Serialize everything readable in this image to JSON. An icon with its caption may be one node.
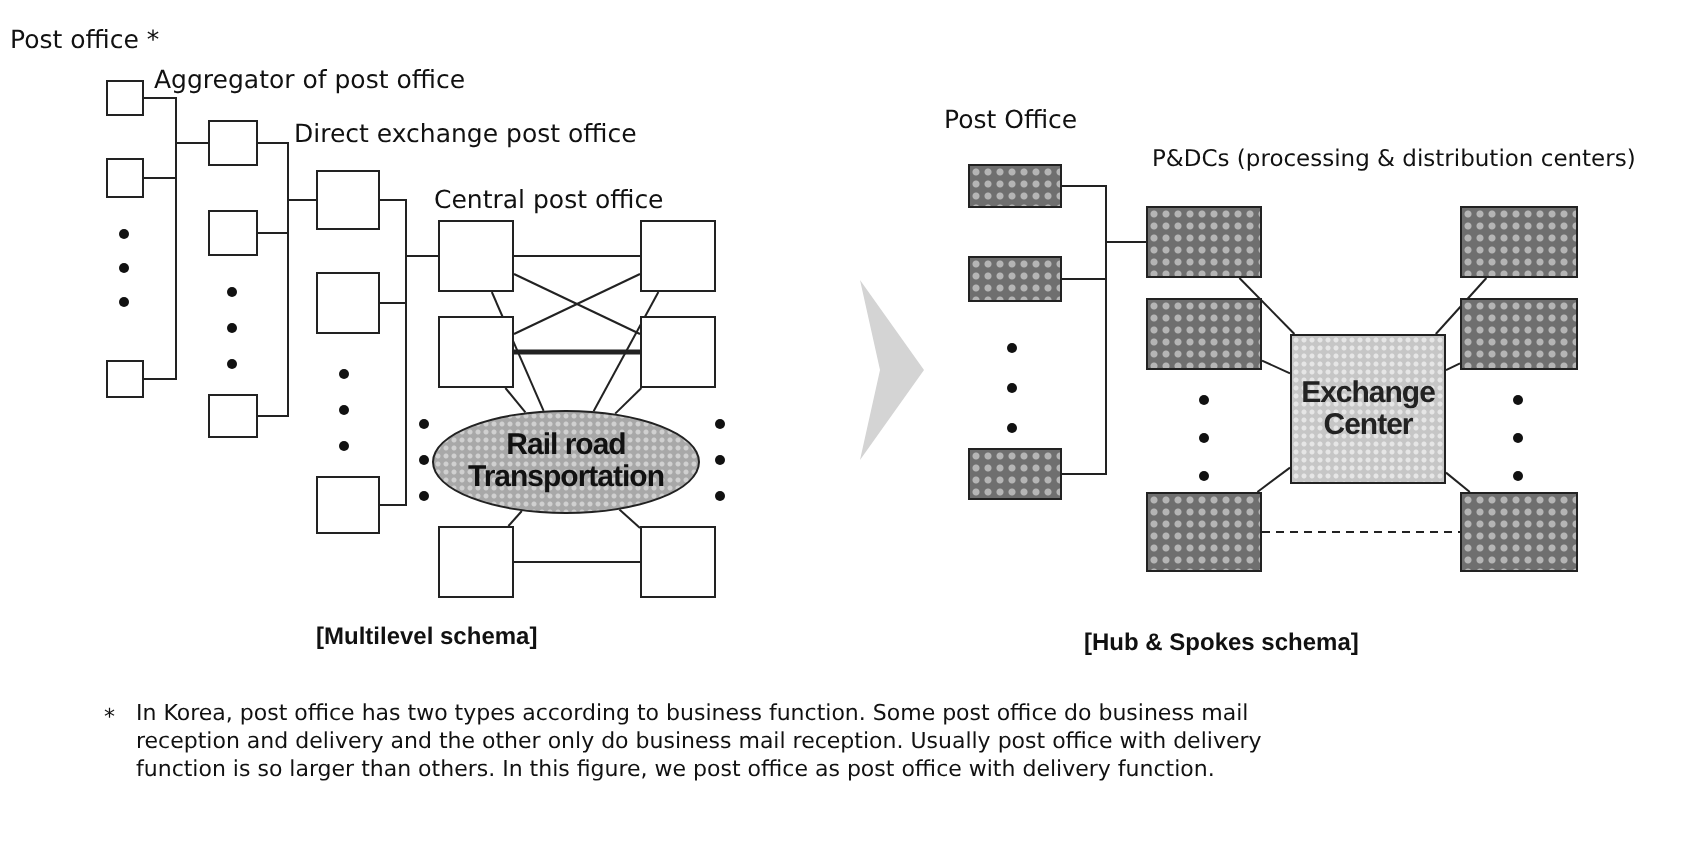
{
  "diagram": {
    "nodes": [
      {
        "text": [],
        "shape": "box"
      },
      {
        "text": [],
        "shape": "box"
      },
      {
        "text": [],
        "shape": "box"
      },
      {
        "text": [],
        "shape": "box"
      },
      {
        "text": [],
        "shape": "box"
      },
      {
        "text": [],
        "shape": "box"
      },
      {
        "text": [],
        "shape": "box"
      },
      {
        "text": [],
        "shape": "box"
      },
      {
        "text": [],
        "shape": "box"
      },
      {
        "text": [],
        "shape": "box"
      },
      {
        "text": [],
        "shape": "box"
      },
      {
        "text": [],
        "shape": "box"
      },
      {
        "text": [],
        "shape": "box"
      },
      {
        "text": [],
        "shape": "box"
      },
      {
        "text": [],
        "shape": "box"
      },
      {
        "text": [
          "Rail road Transportation"
        ]
      },
      {
        "text": [],
        "shape": "box"
      },
      {
        "text": [],
        "shape": "box"
      },
      {
        "text": [],
        "shape": "box"
      },
      {
        "text": [],
        "shape": "box"
      },
      {
        "text": [],
        "shape": "box"
      },
      {
        "text": [],
        "shape": "box"
      },
      {
        "text": [
          "Exchange Center"
        ]
      },
      {
        "text": [],
        "shape": "box"
      },
      {
        "text": [],
        "shape": "box"
      },
      {
        "text": [],
        "shape": "box"
      }
    ],
    "edges": [
      {
        "from": 0,
        "to": 3,
        "arrow": "none"
      },
      {
        "from": 1,
        "to": 3,
        "arrow": "none"
      },
      {
        "from": 2,
        "to": 3,
        "arrow": "none"
      },
      {
        "from": 3,
        "to": 6,
        "arrow": "none"
      },
      {
        "from": 4,
        "to": 6,
        "arrow": "none"
      },
      {
        "from": 5,
        "to": 6,
        "arrow": "none"
      },
      {
        "from": 6,
        "to": 9,
        "arrow": "none"
      },
      {
        "from": 7,
        "to": 9,
        "arrow": "none"
      },
      {
        "from": 8,
        "to": 9,
        "arrow": "none"
      },
      {
        "from": 9,
        "to": 12,
        "arrow": "none"
      },
      {
        "from": 9,
        "to": 13,
        "arrow": "none"
      },
      {
        "from": 10,
        "to": 12,
        "arrow": "none"
      },
      {
        "from": 10,
        "to": 13,
        "arrow": "none",
        "style": "thick"
      },
      {
        "from": 9,
        "to": 15,
        "arrow": "none"
      },
      {
        "from": 12,
        "to": 15,
        "arrow": "none"
      },
      {
        "from": 10,
        "to": 15,
        "arrow": "none"
      },
      {
        "from": 13,
        "to": 15,
        "arrow": "none"
      },
      {
        "from": 11,
        "to": 15,
        "arrow": "none"
      },
      {
        "from": 14,
        "to": 15,
        "arrow": "none"
      },
      {
        "from": 11,
        "to": 14,
        "arrow": "none"
      },
      {
        "from": 16,
        "to": 19,
        "arrow": "none"
      },
      {
        "from": 17,
        "to": 19,
        "arrow": "none"
      },
      {
        "from": 18,
        "to": 19,
        "arrow": "none"
      },
      {
        "from": 19,
        "to": 22,
        "arrow": "none"
      },
      {
        "from": 20,
        "to": 22,
        "arrow": "none"
      },
      {
        "from": 21,
        "to": 22,
        "arrow": "none"
      },
      {
        "from": 23,
        "to": 22,
        "arrow": "none"
      },
      {
        "from": 24,
        "to": 22,
        "arrow": "none"
      },
      {
        "from": 25,
        "to": 22,
        "arrow": "none"
      },
      {
        "from": 21,
        "to": 25,
        "arrow": "none",
        "style": "dashed"
      }
    ],
    "labels": [
      "Post office *",
      "Aggregator of post office",
      "Direct exchange post office",
      "Central post office",
      "Post Office",
      "P&DCs (processing & distribution centers)",
      "[Multilevel schema]",
      "[Hub & Spokes schema]",
      "*",
      "In Korea, post office has two types according to business function. Some post office do business mail reception and delivery and the other only do business mail reception.  Usually post office with delivery function is so larger than others. In this figure, we post office as post office with delivery function."
    ]
  }
}
